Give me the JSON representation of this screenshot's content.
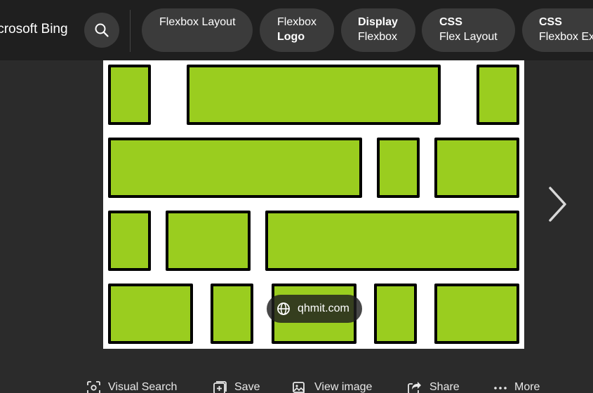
{
  "header": {
    "brand": "icrosoft Bing",
    "search_icon": "search-icon",
    "related": [
      {
        "line1": "Flexbox Layout",
        "line2": ""
      },
      {
        "line1": "Flexbox",
        "line2": "Logo"
      },
      {
        "line1": "Display",
        "line2": "Flexbox"
      },
      {
        "line1": "CSS",
        "line2": "Flex Layout"
      },
      {
        "line1": "CSS",
        "line2": "Flexbox Ex"
      }
    ]
  },
  "image": {
    "source": "qhmit.com",
    "box_color": "#9acd1f",
    "border_color": "#000000"
  },
  "actions": {
    "visual_search": "Visual Search",
    "save": "Save",
    "view_image": "View image",
    "share": "Share",
    "more": "More"
  },
  "colors": {
    "background": "#2b2b2b",
    "header": "#1f1f1f",
    "pill": "#3b3b3b"
  }
}
